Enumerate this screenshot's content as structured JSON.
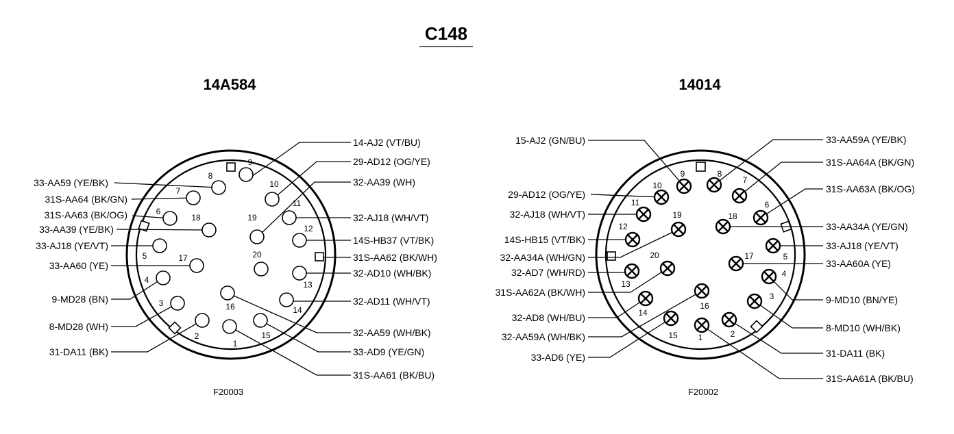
{
  "title": "C148",
  "left": {
    "part": "14A584",
    "ref": "F20003",
    "labels": {
      "pin9": "14-AJ2 (VT/BU)",
      "pin10": "29-AD12 (OG/YE)",
      "pin19": "32-AA39 (WH)",
      "pin11": "32-AJ18 (WH/VT)",
      "pin12": "14S-HB37 (VT/BK)",
      "key_right": "31S-AA62 (BK/WH)",
      "pin13": "32-AD10 (WH/BK)",
      "pin14": "32-AD11 (WH/VT)",
      "pin16": "32-AA59 (WH/BK)",
      "pin15": "33-AD9 (YE/GN)",
      "pin1": "31S-AA61 (BK/BU)",
      "pin8": "33-AA59 (YE/BK)",
      "pin7": "31S-AA64 (BK/GN)",
      "pin6": "31S-AA63 (BK/OG)",
      "pin18": "33-AA39 (YE/BK)",
      "pin5": "33-AJ18 (YE/VT)",
      "pin17": "33-AA60 (YE)",
      "pin4": "9-MD28 (BN)",
      "pin3": "8-MD28 (WH)",
      "pin2": "31-DA11 (BK)"
    },
    "pin_numbers": [
      "1",
      "2",
      "3",
      "4",
      "5",
      "6",
      "7",
      "8",
      "9",
      "10",
      "11",
      "12",
      "13",
      "14",
      "15",
      "16",
      "17",
      "18",
      "19",
      "20"
    ]
  },
  "right": {
    "part": "14014",
    "ref": "F20002",
    "labels": {
      "pin9": "15-AJ2 (GN/BU)",
      "pin10": "29-AD12 (OG/YE)",
      "pin11": "32-AJ18 (WH/VT)",
      "pin12": "14S-HB15 (VT/BK)",
      "pin19": "32-AA34A (WH/GN)",
      "pin13": "32-AD7 (WH/RD)",
      "pin20": "31S-AA62A (BK/WH)",
      "pin14": "32-AD8 (WH/BU)",
      "pin16": "32-AA59A (WH/BK)",
      "pin15": "33-AD6 (YE)",
      "pin8": "33-AA59A (YE/BK)",
      "pin7": "31S-AA64A (BK/GN)",
      "pin6": "31S-AA63A (BK/OG)",
      "pin18": "33-AA34A (YE/GN)",
      "pin5": "33-AJ18 (YE/VT)",
      "pin17": "33-AA60A (YE)",
      "pin4": "9-MD10 (BN/YE)",
      "pin3": "8-MD10 (WH/BK)",
      "pin2": "31-DA11 (BK)",
      "pin1": "31S-AA61A (BK/BU)"
    },
    "pin_numbers": [
      "1",
      "2",
      "3",
      "4",
      "5",
      "6",
      "7",
      "8",
      "9",
      "10",
      "11",
      "12",
      "13",
      "14",
      "15",
      "16",
      "17",
      "18",
      "19",
      "20"
    ]
  }
}
